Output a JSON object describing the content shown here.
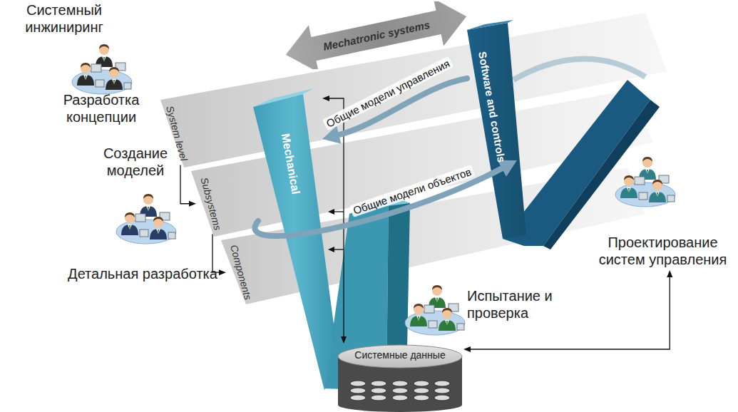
{
  "diagram": {
    "nodes": [
      {
        "text": [
          "Mechatronic systems"
        ]
      },
      {
        "text": [
          "System level"
        ]
      },
      {
        "text": [
          "Subsystems"
        ]
      },
      {
        "text": [
          "Components"
        ]
      },
      {
        "text": [
          "Mechanical"
        ]
      },
      {
        "text": [
          "Software and controls"
        ]
      },
      {
        "text": [
          "Системные данные"
        ]
      },
      {
        "text": [
          "Проектирование систем управления"
        ]
      }
    ],
    "edges": [
      {
        "from": 1,
        "to": 2,
        "arrow": "to"
      },
      {
        "from": 2,
        "to": 3,
        "arrow": "to"
      },
      {
        "from": 6,
        "to": 4,
        "arrow": "both"
      },
      {
        "from": 6,
        "to": 7,
        "arrow": "both"
      },
      {
        "from": 5,
        "to": 4,
        "label": "Общие модели управления",
        "arrow": "to"
      },
      {
        "from": 4,
        "to": 5,
        "label": "Общие модели объектов",
        "arrow": "to"
      }
    ],
    "labels": [
      "Системный инжиниринг",
      "Разработка концепции",
      "Создание моделей",
      "Детальная разработка",
      "Испытание и проверка"
    ]
  }
}
